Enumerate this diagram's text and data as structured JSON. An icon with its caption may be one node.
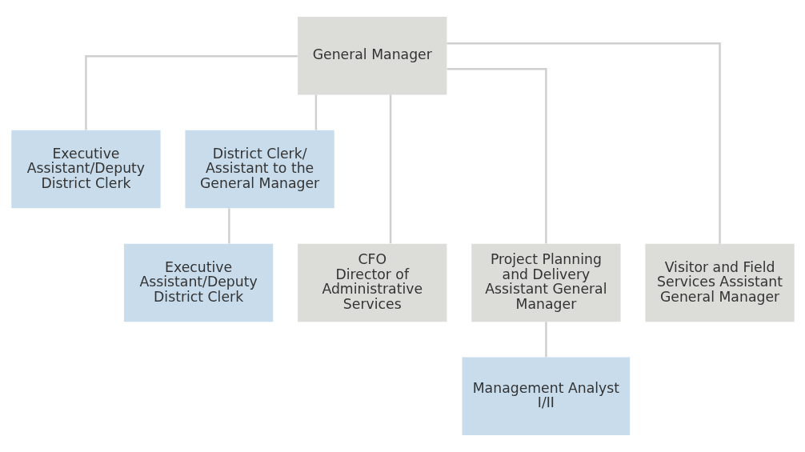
{
  "diagram": {
    "nodes": [
      {
        "text": [
          "General Manager"
        ]
      },
      {
        "text": [
          "Executive Assistant/Deputy District Clerk"
        ]
      },
      {
        "text": [
          "District Clerk/ Assistant to the General Manager"
        ]
      },
      {
        "text": [
          "Executive Assistant/Deputy District Clerk"
        ]
      },
      {
        "text": [
          "CFO",
          "Director of Administrative Services"
        ]
      },
      {
        "text": [
          "Project Planning and Delivery Assistant General Manager"
        ]
      },
      {
        "text": [
          "Visitor and Field Services Assistant General Manager"
        ]
      },
      {
        "text": [
          "Management Analyst I/II"
        ]
      }
    ],
    "edges": [
      {
        "from": 0,
        "to": 1,
        "arrow": "none"
      },
      {
        "from": 0,
        "to": 2,
        "arrow": "none"
      },
      {
        "from": 2,
        "to": 3,
        "arrow": "none"
      },
      {
        "from": 0,
        "to": 4,
        "arrow": "none"
      },
      {
        "from": 0,
        "to": 5,
        "arrow": "none"
      },
      {
        "from": 0,
        "to": 6,
        "arrow": "none"
      },
      {
        "from": 5,
        "to": 7,
        "arrow": "none"
      }
    ]
  }
}
